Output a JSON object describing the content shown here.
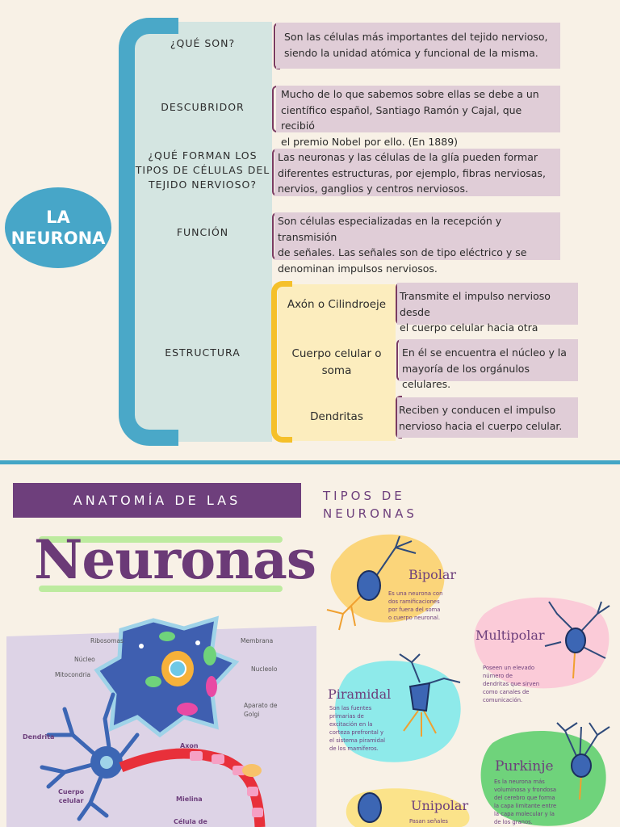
{
  "concept_map": {
    "center": {
      "line1": "LA",
      "line2": "NEURONA"
    },
    "rows": [
      {
        "question": "¿QUÉ SON?",
        "answer": [
          "Son las células más importantes del tejido nervioso,",
          "siendo la unidad atómica y funcional de la misma."
        ]
      },
      {
        "question": "DESCUBRIDOR",
        "answer": [
          "Mucho de lo que sabemos sobre ellas se debe a un",
          "científico español, Santiago Ramón y Cajal, que recibió",
          "el premio Nobel por ello. (En 1889)"
        ]
      },
      {
        "question": [
          "¿QUÉ FORMAN LOS",
          "TIPOS DE CÉLULAS DEL",
          "TEJIDO NERVIOSO?"
        ],
        "answer": [
          "Las neuronas y las células de la glía pueden formar",
          "diferentes estructuras, por ejemplo, fibras nerviosas,",
          "nervios, ganglios y centros nerviosos."
        ]
      },
      {
        "question": "FUNCIÓN",
        "answer": [
          "Son células especializadas en la recepción y transmisión",
          "de señales. Las señales son de tipo eléctrico y se",
          "denominan impulsos nerviosos."
        ]
      }
    ],
    "structure": {
      "label": "ESTRUCTURA",
      "parts": [
        {
          "name": [
            "Axón o Cilindroeje"
          ],
          "answer": [
            "Transmite el impulso nervioso desde",
            "el cuerpo celular hacia otra neurona."
          ]
        },
        {
          "name": [
            "Cuerpo celular o",
            "soma"
          ],
          "answer": [
            "En él se encuentra el núcleo y la",
            "mayoría de los orgánulos celulares."
          ]
        },
        {
          "name": [
            "Dendritas"
          ],
          "answer": [
            "Reciben y conducen el impulso",
            "nervioso hacia el cuerpo celular."
          ]
        }
      ]
    }
  },
  "infographic": {
    "banner": "ANATOMÍA DE LAS",
    "title": "Neuronas",
    "tipos_heading": [
      "TIPOS DE",
      "NEURONAS"
    ],
    "anatomy_labels": {
      "ribosomas": "Ribosomas",
      "nucleo": "Núcleo",
      "mitocondria": "Mitocondria",
      "membrana": "Membrana",
      "nucleolo": "Nucleolo",
      "golgi": [
        "Aparato de",
        "Golgi"
      ],
      "dendrita": "Dendrita",
      "axon": "Axon",
      "cuerpo": [
        "Cuerpo",
        "celular"
      ],
      "mielina": "Mielina",
      "celula_de": "Célula de"
    },
    "types": {
      "bipolar": {
        "name": "Bipolar",
        "desc": [
          "Es una neurona con",
          "dos ramificaciones",
          "por fuera del soma",
          "o cuerpo neuronal."
        ]
      },
      "multipolar": {
        "name": "Multipolar",
        "desc": [
          "Poseen un elevado",
          "número de",
          "dendritas que sirven",
          "como canales de",
          "comunicación."
        ]
      },
      "piramidal": {
        "name": "Piramidal",
        "desc": [
          "Son las fuentes",
          "primarias de",
          "excitación en la",
          "corteza prefrontal y",
          "el sistema piramidal",
          "de los mamíferos."
        ]
      },
      "purkinje": {
        "name": "Purkinje",
        "desc": [
          "Es la neurona más",
          "voluminosa y frondosa",
          "del cerebro que forma",
          "la capa limitante entre",
          "la capa molecular y la",
          "de los granos."
        ]
      },
      "unipolar": {
        "name": "Unipolar",
        "desc": [
          "Pasan señales"
        ]
      }
    },
    "colors": {
      "purple": "#6e3f7c",
      "teal": "#47a6c8",
      "yellow": "#f5c02a",
      "pink": "#e0cdd7",
      "green": "#bdeb9f"
    }
  }
}
